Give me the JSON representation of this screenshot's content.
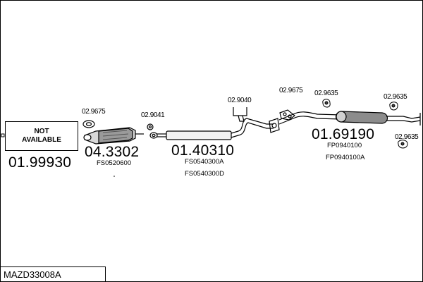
{
  "diagram": {
    "title": "MAZD33008A",
    "not_available_label": "NOT\nAVAILABLE",
    "parts": [
      {
        "id": "01.99930"
      },
      {
        "id": "04.3302",
        "refs": [
          "FS0520600"
        ]
      },
      {
        "id": "01.40310",
        "refs": [
          "FS0540300A",
          "FS0540300D"
        ]
      },
      {
        "id": "01.69190",
        "refs": [
          "FP0940100",
          "FP0940100A"
        ]
      }
    ],
    "fittings": [
      "02.9675",
      "02.9041",
      "02.9040",
      "02.9675",
      "02.9635",
      "02.9635",
      "02.9635"
    ]
  }
}
